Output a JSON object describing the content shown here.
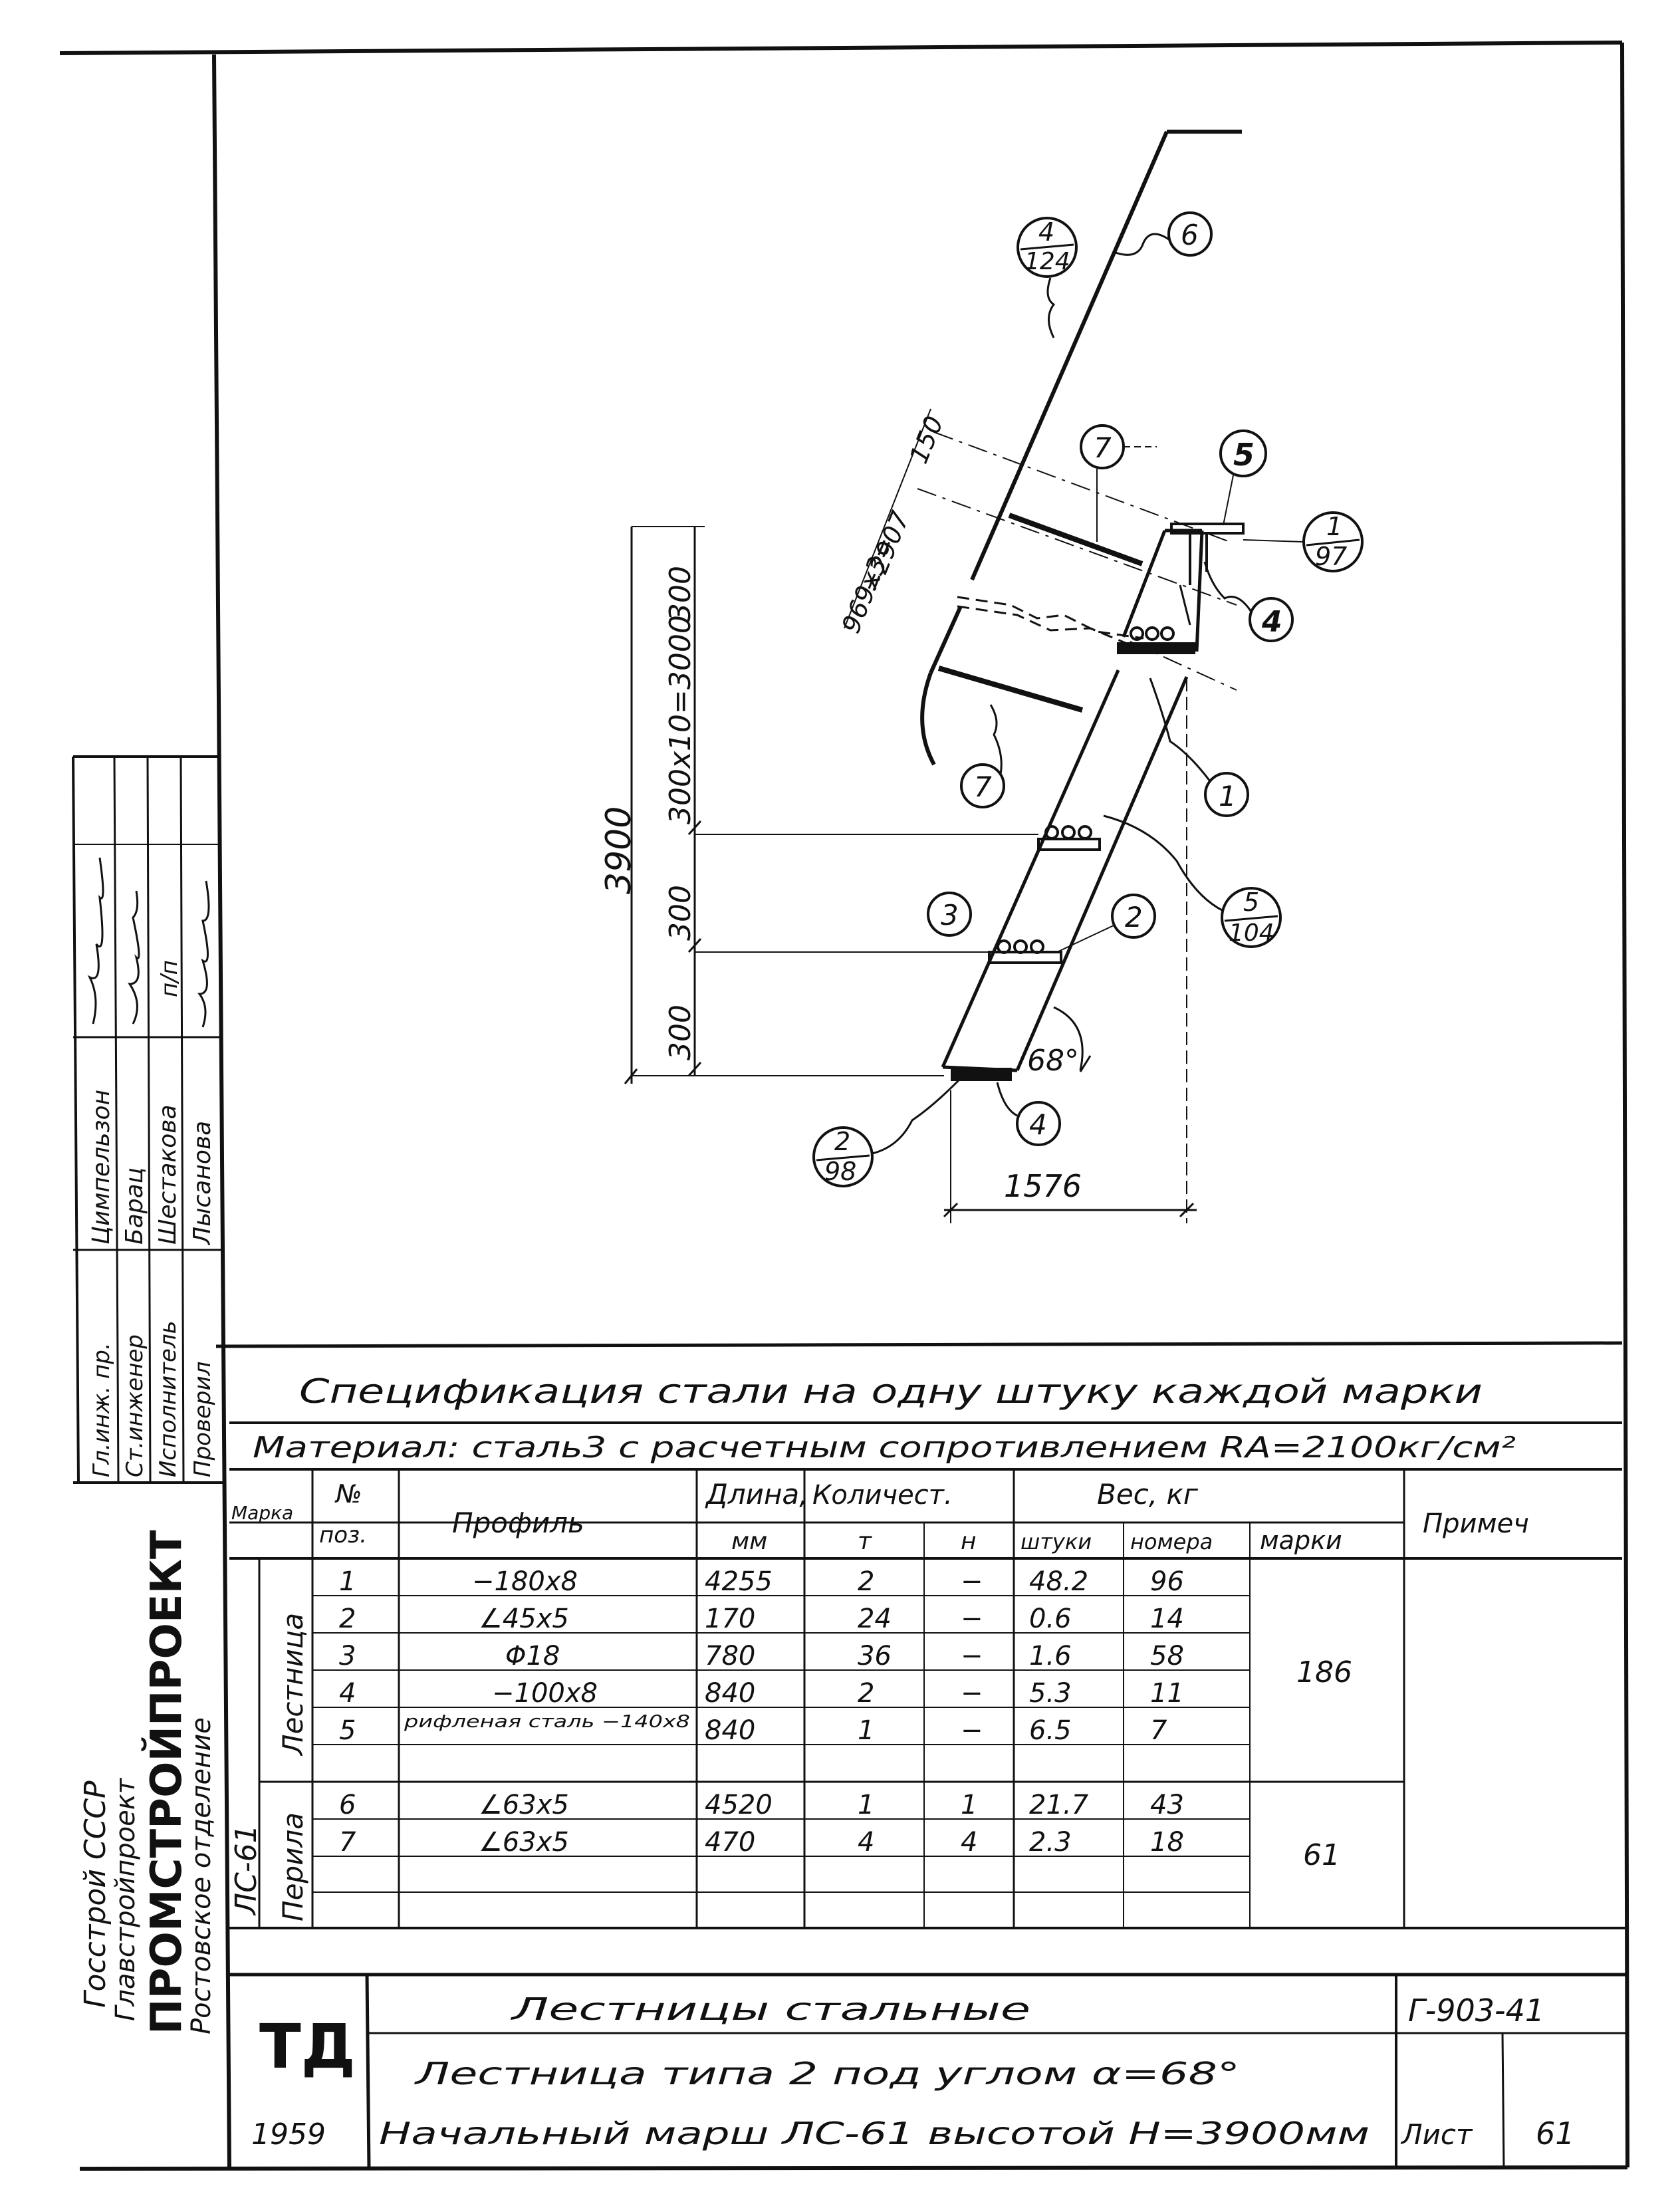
{
  "side_stamp": {
    "org1": "Госстрой СССР",
    "org2": "Главстройпроект",
    "org3": "ПРОМСТРОЙПРОЕКТ",
    "org4": "Ростовское отделение",
    "roles": [
      "Гл.инж. пр.",
      "Ст.инженер",
      "Исполнитель",
      "Проверил"
    ],
    "names": [
      "Цимпельзон",
      "Барац",
      "Шестакова",
      "Лысанова"
    ],
    "signatures": [
      "подпись",
      "подпись",
      "п/п",
      "подпись"
    ]
  },
  "drawing": {
    "angle_label": "68°",
    "dim_total": "3900",
    "dim_300_a": "300",
    "dim_300_b": "300",
    "dim_300_c": "300",
    "dim_mid": "300x10=3000",
    "dim_base": "1576",
    "dim_inclined_1": "969x3=",
    "dim_inclined_2": "=2907",
    "dim_inclined_3": "150",
    "callouts": {
      "c1": "1",
      "c2": "2",
      "c3": "3",
      "c4": "4",
      "c5": "5",
      "c6": "6",
      "c7a": "7",
      "c7b": "7",
      "c4top": "4",
      "c5top": "5",
      "ref_4_124_top": "4",
      "ref_4_124_bot": "124",
      "ref_1_97_top": "1",
      "ref_1_97_bot": "97",
      "ref_5_104_top": "5",
      "ref_5_104_bot": "104",
      "ref_2_98_top": "2",
      "ref_2_98_bot": "98"
    }
  },
  "spec": {
    "title": "Спецификация стали на одну штуку каждой марки",
    "material": "Материал: сталь3 с расчетным сопротивлением RA=2100кг/см²",
    "headers": {
      "marka": "Марка",
      "pos1": "№",
      "pos2": "поз.",
      "profile": "Профиль",
      "length1": "Длина,",
      "length2": "мм",
      "qty": "Количест.",
      "qty_t": "т",
      "qty_n": "н",
      "weight": "Вес, кг",
      "w_sht": "штуки",
      "w_nom": "номера",
      "w_mark": "марки",
      "note": "Примеч"
    },
    "mark": "ЛС-61",
    "group1": "Лестница",
    "group2": "Перила",
    "rows": [
      {
        "pos": "1",
        "profile": "−180x8",
        "len": "4255",
        "t": "2",
        "n": "−",
        "sht": "48.2",
        "nom": "96"
      },
      {
        "pos": "2",
        "profile": "∠45x5",
        "len": "170",
        "t": "24",
        "n": "−",
        "sht": "0.6",
        "nom": "14"
      },
      {
        "pos": "3",
        "profile": "Φ18",
        "len": "780",
        "t": "36",
        "n": "−",
        "sht": "1.6",
        "nom": "58"
      },
      {
        "pos": "4",
        "profile": "−100x8",
        "len": "840",
        "t": "2",
        "n": "−",
        "sht": "5.3",
        "nom": "11"
      },
      {
        "pos": "5",
        "profile": "рифленая сталь −140x8",
        "len": "840",
        "t": "1",
        "n": "−",
        "sht": "6.5",
        "nom": "7"
      },
      {
        "pos": "6",
        "profile": "∠63x5",
        "len": "4520",
        "t": "1",
        "n": "1",
        "sht": "21.7",
        "nom": "43"
      },
      {
        "pos": "7",
        "profile": "∠63x5",
        "len": "470",
        "t": "4",
        "n": "4",
        "sht": "2.3",
        "nom": "18"
      }
    ],
    "mark_weight_1": "186",
    "mark_weight_2": "61"
  },
  "title_block": {
    "logo": "ТД",
    "year": "1959",
    "series_title": "Лестницы стальные",
    "line1": "Лестница типа 2 под углом α=68°",
    "line2": "Начальный марш ЛС-61 высотой Н=3900мм",
    "code": "Г-903-41",
    "sheet_label": "Лист",
    "sheet_no": "61"
  }
}
